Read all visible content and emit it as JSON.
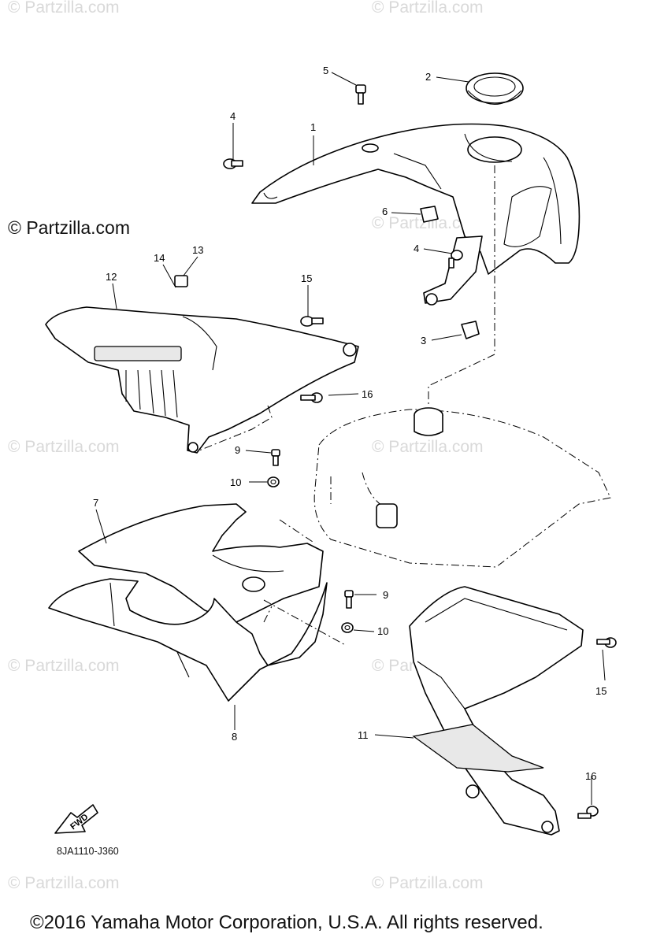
{
  "watermark": {
    "text": "© Partzilla.com",
    "color": "#d9d9d9"
  },
  "header_watermark": "© Partzilla.com",
  "diagram_code": "8JA1110-J360",
  "fwd_label": "FWD",
  "copyright": "©2016 Yamaha Motor Corporation, U.S.A. All rights reserved.",
  "callouts": {
    "c1": "1",
    "c2": "2",
    "c3": "3",
    "c4a": "4",
    "c4b": "4",
    "c5": "5",
    "c6": "6",
    "c7": "7",
    "c8": "8",
    "c9a": "9",
    "c9b": "9",
    "c10a": "10",
    "c10b": "10",
    "c11": "11",
    "c12": "12",
    "c13": "13",
    "c14": "14",
    "c15a": "15",
    "c15b": "15",
    "c16a": "16",
    "c16b": "16"
  }
}
